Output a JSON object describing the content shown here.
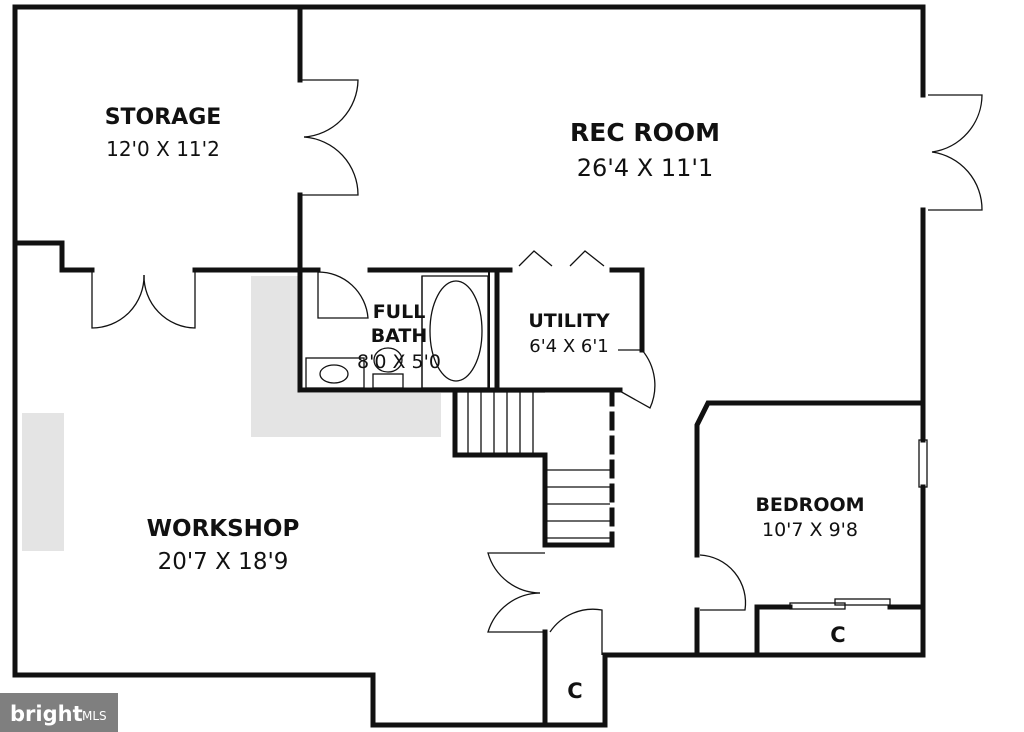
{
  "plan": {
    "rooms": [
      {
        "id": "storage",
        "name": "STORAGE",
        "dims": "12'0 X 11'2"
      },
      {
        "id": "rec_room",
        "name": "REC ROOM",
        "dims": "26'4 X 11'1"
      },
      {
        "id": "full_bath",
        "name_line1": "FULL",
        "name_line2": "BATH",
        "dims": "8'0 X 5'0"
      },
      {
        "id": "utility",
        "name": "UTILITY",
        "dims": "6'4 X 6'1"
      },
      {
        "id": "workshop",
        "name": "WORKSHOP",
        "dims": "20'7 X 18'9"
      },
      {
        "id": "bedroom",
        "name": "BEDROOM",
        "dims": "10'7 X 9'8"
      }
    ],
    "closets": [
      {
        "id": "closet_bedroom",
        "label": "C"
      },
      {
        "id": "closet_stairs",
        "label": "C"
      }
    ]
  },
  "watermark": {
    "brand": "bright",
    "suffix": "MLS"
  },
  "colors": {
    "wall": "#111111",
    "shade": "#e4e4e4",
    "background": "#ffffff",
    "watermark_bg": "#7f7f7f"
  }
}
